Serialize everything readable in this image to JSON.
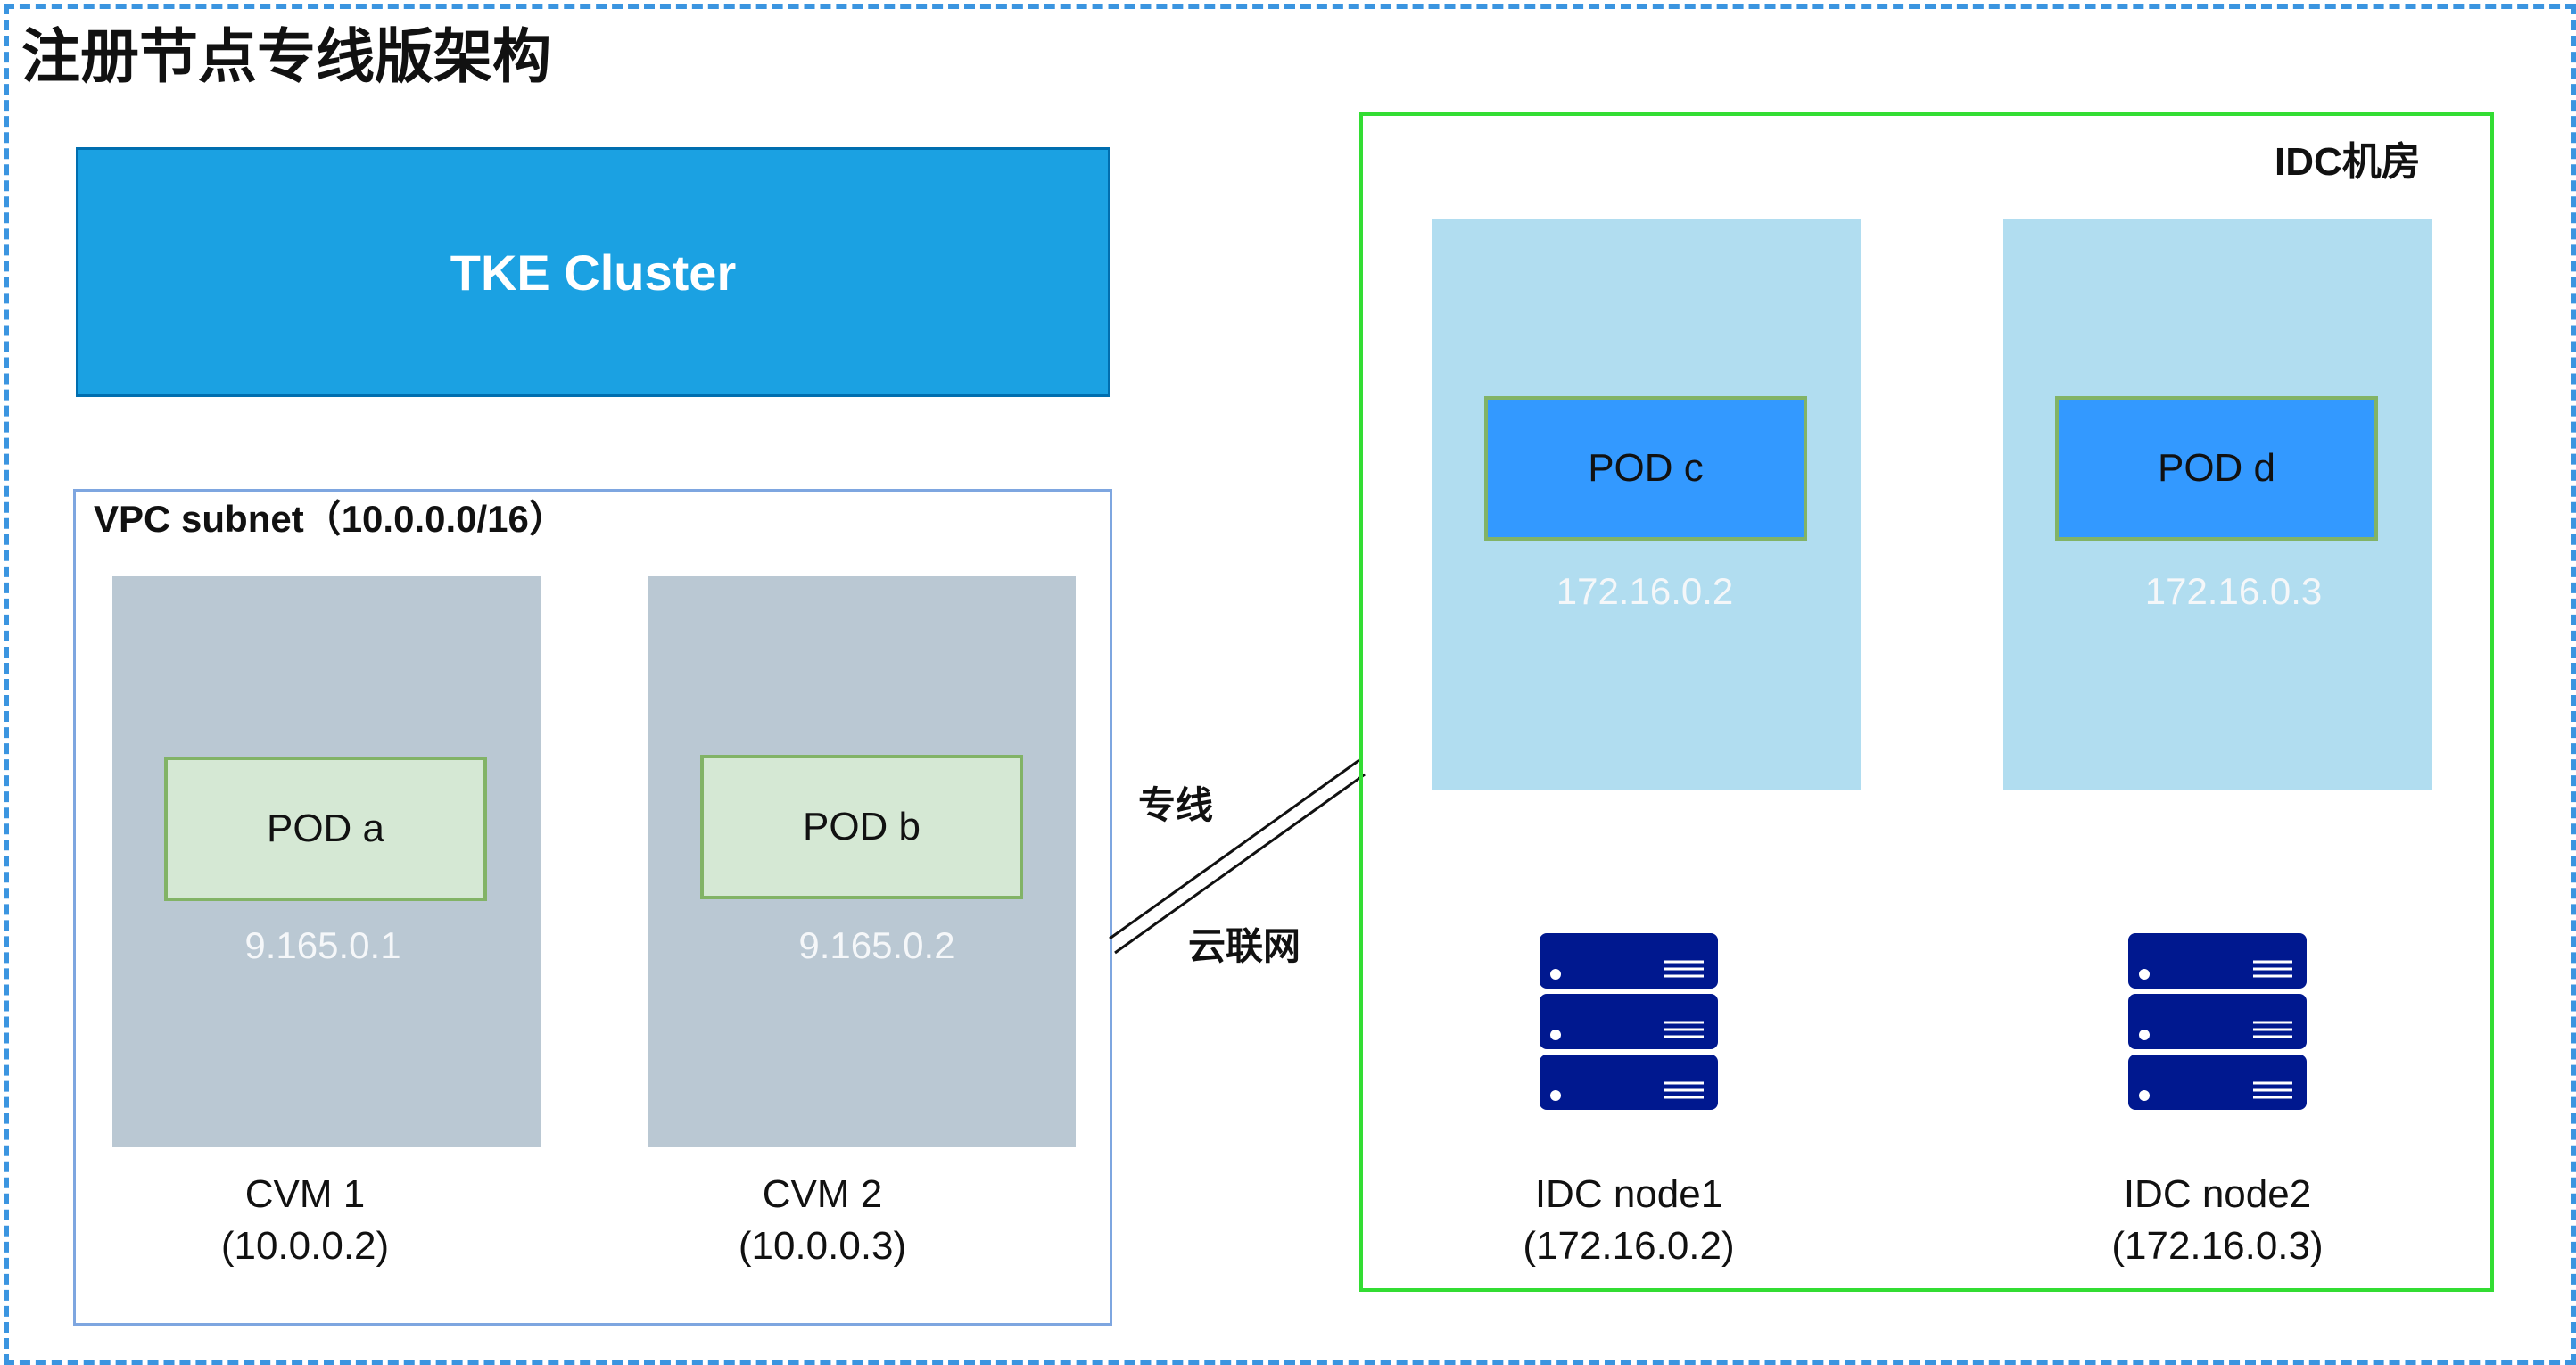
{
  "title": "注册节点专线版架构",
  "tke_cluster": {
    "label": "TKE Cluster"
  },
  "vpc": {
    "label": "VPC subnet（10.0.0.0/16）",
    "cvms": [
      {
        "pod": "POD a",
        "pod_ip": "9.165.0.1",
        "name": "CVM 1",
        "ip": "(10.0.0.2)"
      },
      {
        "pod": "POD b",
        "pod_ip": "9.165.0.2",
        "name": "CVM 2",
        "ip": "(10.0.0.3)"
      }
    ]
  },
  "connection": {
    "label_top": "专线",
    "label_bottom": "云联网"
  },
  "idc": {
    "label": "IDC机房",
    "nodes": [
      {
        "pod": "POD c",
        "pod_ip": "172.16.0.2",
        "name": "IDC node1",
        "ip": "(172.16.0.2)",
        "icon": "server-rack-icon"
      },
      {
        "pod": "POD d",
        "pod_ip": "172.16.0.3",
        "name": "IDC node2",
        "ip": "(172.16.0.3)",
        "icon": "server-rack-icon"
      }
    ]
  },
  "colors": {
    "outer_border": "#3b95e0",
    "tke_fill": "#1ba1e2",
    "vpc_border": "#7ea6e0",
    "cvm_fill": "#bac8d3",
    "pod_green_fill": "#d5e8d4",
    "pod_green_border": "#82b366",
    "idc_border": "#33dd33",
    "idc_col_fill": "#b1ddf0",
    "pod_blue_fill": "#3399ff",
    "server_fill": "#00188f"
  }
}
